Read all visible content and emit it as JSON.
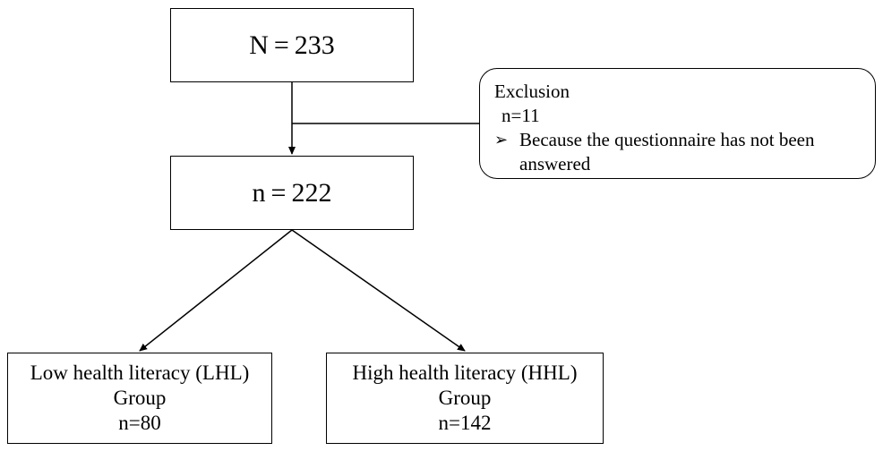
{
  "boxes": {
    "total": {
      "text": "N = 233"
    },
    "included": {
      "text": "n = 222"
    },
    "exclusion": {
      "title": "Exclusion",
      "count": "n=11",
      "bullet_icon": "arrow-bullet-icon",
      "reason": "Because the questionnaire has not been answered"
    },
    "lhl": {
      "label": "Low health literacy (LHL)",
      "sublabel": "Group",
      "count": "n=80"
    },
    "hhl": {
      "label": "High health literacy (HHL)",
      "sublabel": "Group",
      "count": "n=142"
    }
  },
  "colors": {
    "line": "#000000",
    "background": "#ffffff"
  }
}
